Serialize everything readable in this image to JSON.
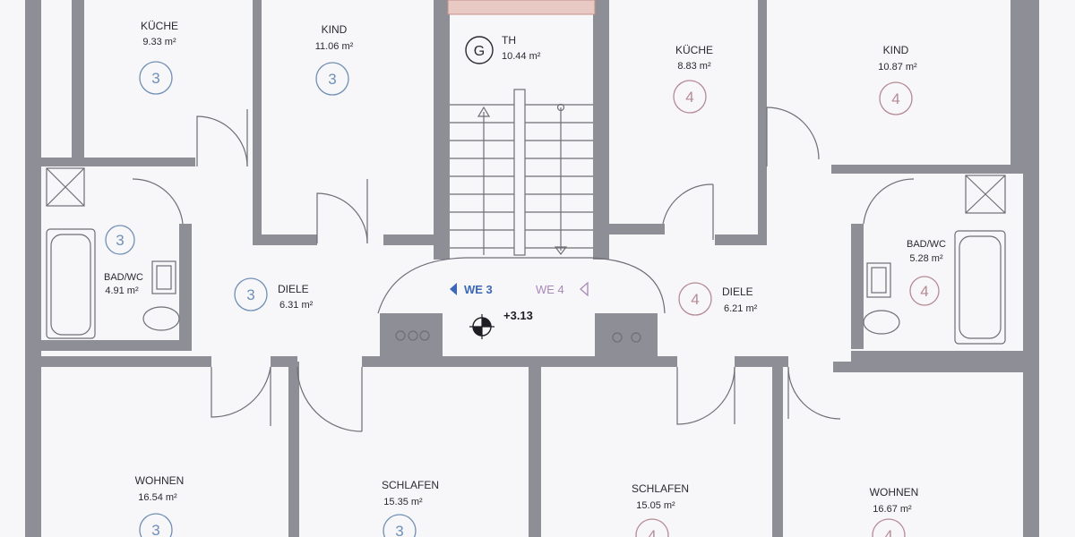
{
  "rooms": {
    "kueche3": {
      "name": "KÜCHE",
      "area": "9.33 m²",
      "unit": "3"
    },
    "kind3": {
      "name": "KIND",
      "area": "11.06 m²",
      "unit": "3"
    },
    "th": {
      "symbol": "G",
      "name": "TH",
      "area": "10.44 m²"
    },
    "kueche4": {
      "name": "KÜCHE",
      "area": "8.83 m²",
      "unit": "4"
    },
    "kind4": {
      "name": "KIND",
      "area": "10.87 m²",
      "unit": "4"
    },
    "bad3": {
      "name": "BAD/WC",
      "area": "4.91 m²",
      "unit": "3"
    },
    "diele3": {
      "name": "DIELE",
      "area": "6.31 m²",
      "unit": "3"
    },
    "diele4": {
      "name": "DIELE",
      "area": "6.21 m²",
      "unit": "4"
    },
    "bad4": {
      "name": "BAD/WC",
      "area": "5.28 m²",
      "unit": "4"
    },
    "wohnen3": {
      "name": "WOHNEN",
      "area": "16.54 m²",
      "unit": "3"
    },
    "schlafen3": {
      "name": "SCHLAFEN",
      "area": "15.35 m²",
      "unit": "3"
    },
    "schlafen4": {
      "name": "SCHLAFEN",
      "area": "15.05 m²",
      "unit": "4"
    },
    "wohnen4": {
      "name": "WOHNEN",
      "area": "16.67 m²",
      "unit": "4"
    }
  },
  "landing": {
    "we3": "WE 3",
    "we4": "WE 4",
    "level": "+3.13"
  },
  "colors": {
    "wall": "#8e8e96",
    "unit3": "#6f8fb5",
    "unit4": "#b58a94",
    "we3": "#3c68b8",
    "we4": "#a888b8"
  }
}
